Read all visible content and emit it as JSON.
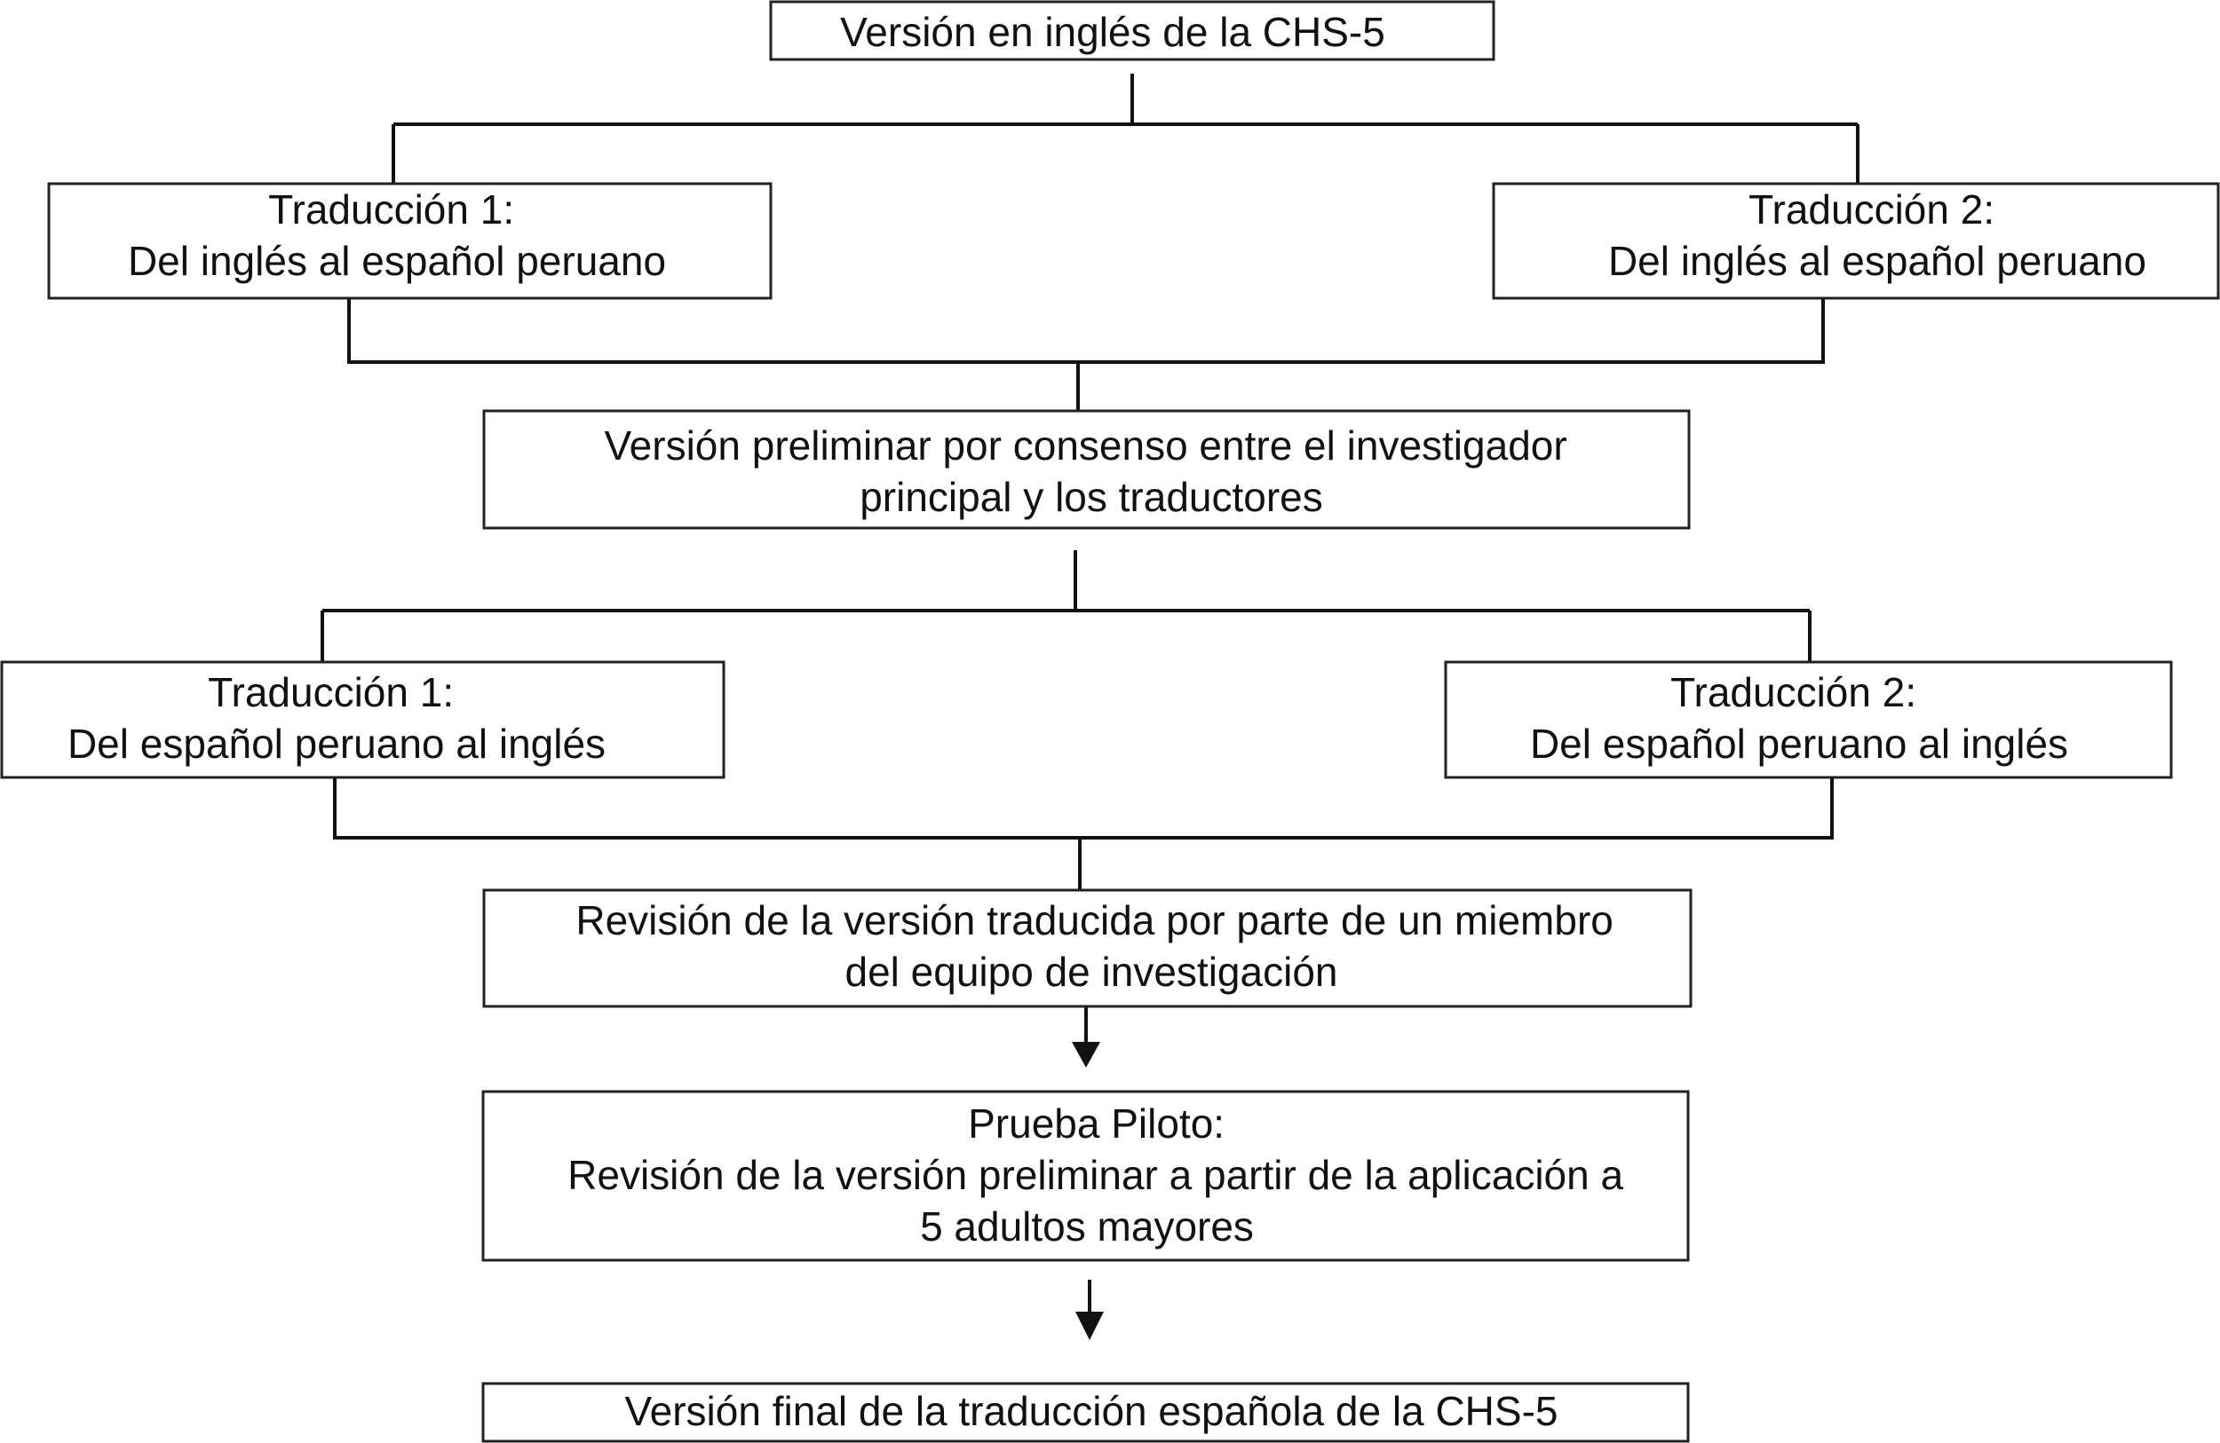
{
  "nodes": {
    "english_version": {
      "lines": [
        "Versión en inglés de la CHS-5"
      ]
    },
    "forward_translation_1": {
      "lines": [
        "Traducción 1:",
        "Del inglés al español peruano"
      ]
    },
    "forward_translation_2": {
      "lines": [
        "Traducción 2:",
        "Del inglés al español peruano"
      ]
    },
    "preliminary_version": {
      "lines": [
        "Versión preliminar por consenso entre el investigador",
        "principal y los traductores"
      ]
    },
    "back_translation_1": {
      "lines": [
        "Traducción 1:",
        "Del español peruano al inglés"
      ]
    },
    "back_translation_2": {
      "lines": [
        "Traducción 2:",
        "Del español peruano al inglés"
      ]
    },
    "team_review": {
      "lines": [
        "Revisión de la versión traducida por parte de un miembro",
        "del equipo de investigación"
      ]
    },
    "pilot_test": {
      "lines": [
        "Prueba Piloto:",
        "Revisión de la versión preliminar a partir de la aplicación a",
        "5 adultos mayores"
      ]
    },
    "final_version": {
      "lines": [
        "Versión final de la traducción española de la CHS-5"
      ]
    }
  },
  "colors": {
    "stroke": "#222222",
    "text": "#111111",
    "background": "#ffffff"
  }
}
